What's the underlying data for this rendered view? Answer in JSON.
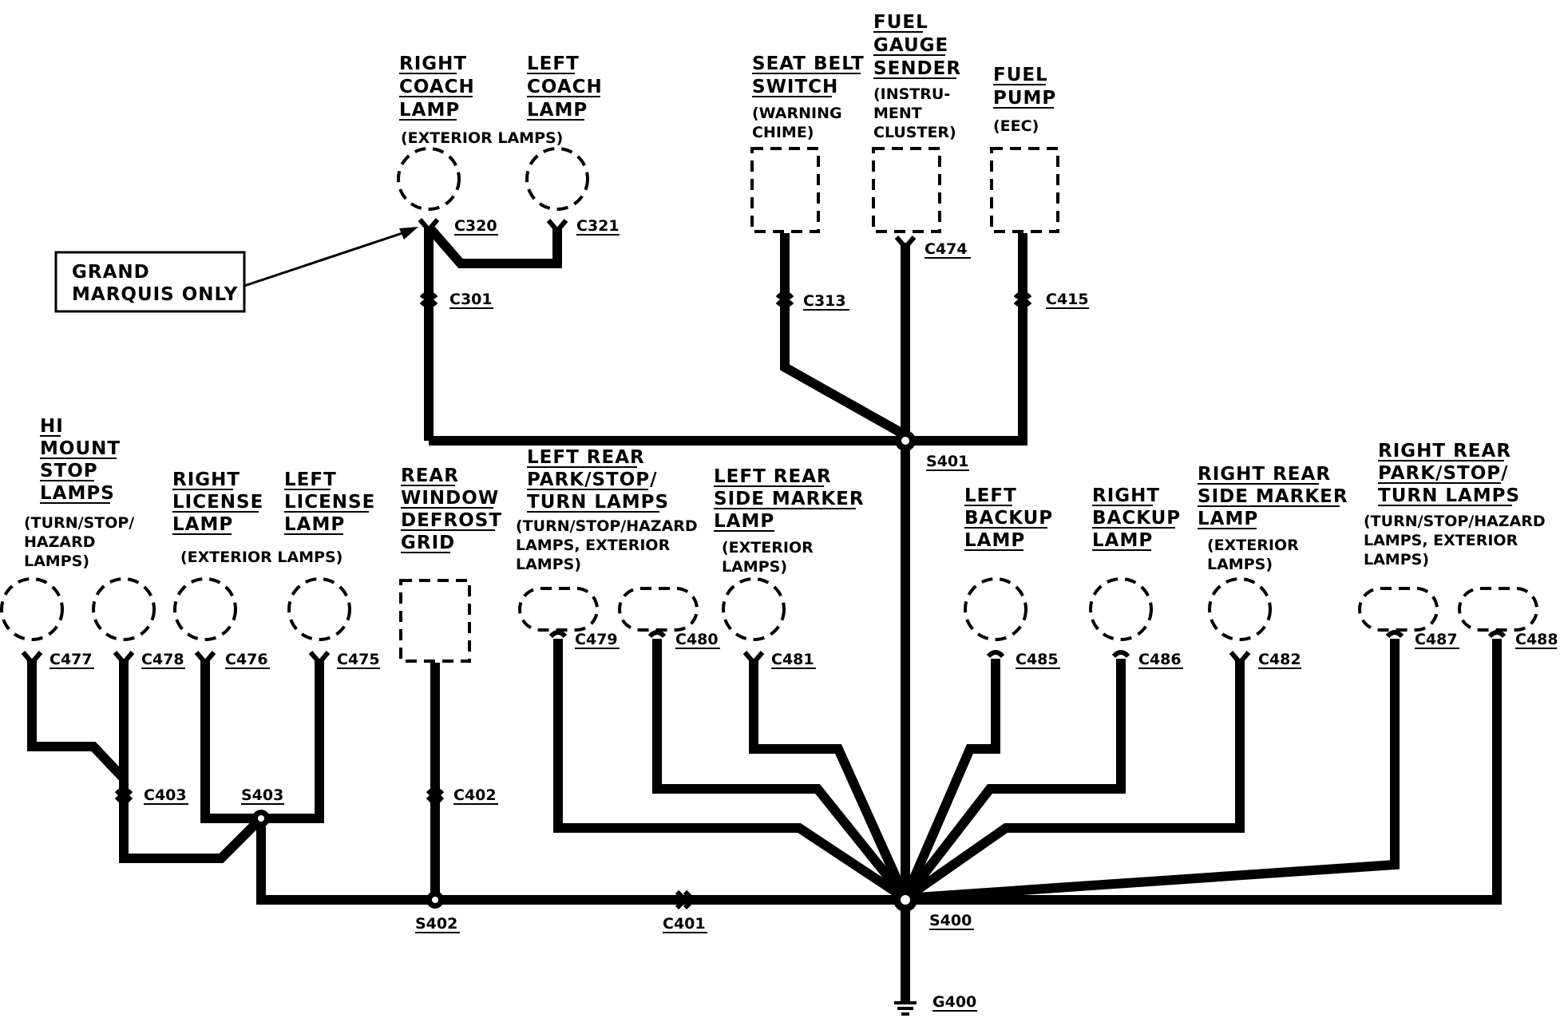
{
  "callout": {
    "line1": "GRAND",
    "line2": "MARQUIS ONLY"
  },
  "components": {
    "right_coach_lamp": [
      "RIGHT",
      "COACH",
      "LAMP"
    ],
    "left_coach_lamp": [
      "LEFT",
      "COACH",
      "LAMP"
    ],
    "coach_note": "(EXTERIOR LAMPS)",
    "seat_belt_switch": [
      "SEAT BELT",
      "SWITCH"
    ],
    "seat_belt_note": [
      "(WARNING",
      "CHIME)"
    ],
    "fuel_gauge_sender": [
      "FUEL",
      "GAUGE",
      "SENDER"
    ],
    "fuel_gauge_note": [
      "(INSTRU-",
      "MENT",
      "CLUSTER)"
    ],
    "fuel_pump": [
      "FUEL",
      "PUMP"
    ],
    "fuel_pump_note": "(EEC)",
    "hi_mount_stop_lamps": [
      "HI",
      "MOUNT",
      "STOP",
      "LAMPS"
    ],
    "hi_mount_note": [
      "(TURN/STOP/",
      "HAZARD",
      "LAMPS)"
    ],
    "right_license_lamp": [
      "RIGHT",
      "LICENSE",
      "LAMP"
    ],
    "left_license_lamp": [
      "LEFT",
      "LICENSE",
      "LAMP"
    ],
    "license_note": "(EXTERIOR LAMPS)",
    "rear_window_defrost": [
      "REAR",
      "WINDOW",
      "DEFROST",
      "GRID"
    ],
    "left_rear_park": [
      "LEFT REAR",
      "PARK/STOP/",
      "TURN LAMPS"
    ],
    "left_rear_park_note": [
      "(TURN/STOP/HAZARD",
      "LAMPS, EXTERIOR",
      "LAMPS)"
    ],
    "left_rear_side_marker": [
      "LEFT REAR",
      "SIDE MARKER",
      "LAMP"
    ],
    "left_rear_side_note": [
      "(EXTERIOR",
      "LAMPS)"
    ],
    "left_backup_lamp": [
      "LEFT",
      "BACKUP",
      "LAMP"
    ],
    "right_backup_lamp": [
      "RIGHT",
      "BACKUP",
      "LAMP"
    ],
    "right_rear_side_marker": [
      "RIGHT REAR",
      "SIDE MARKER",
      "LAMP"
    ],
    "right_rear_side_note": [
      "(EXTERIOR",
      "LAMPS)"
    ],
    "right_rear_park": [
      "RIGHT REAR",
      "PARK/STOP/",
      "TURN LAMPS"
    ],
    "right_rear_park_note": [
      "(TURN/STOP/HAZARD",
      "LAMPS, EXTERIOR",
      "LAMPS)"
    ]
  },
  "connectors": {
    "C320": "C320",
    "C321": "C321",
    "C301": "C301",
    "C313": "C313",
    "C474": "C474",
    "C415": "C415",
    "S401": "S401",
    "C477": "C477",
    "C478": "C478",
    "C476": "C476",
    "C475": "C475",
    "C479": "C479",
    "C480": "C480",
    "C481": "C481",
    "C485": "C485",
    "C486": "C486",
    "C482": "C482",
    "C487": "C487",
    "C488": "C488",
    "C403": "C403",
    "S403": "S403",
    "C402": "C402",
    "S402": "S402",
    "C401": "C401",
    "S400": "S400",
    "G400": "G400"
  }
}
